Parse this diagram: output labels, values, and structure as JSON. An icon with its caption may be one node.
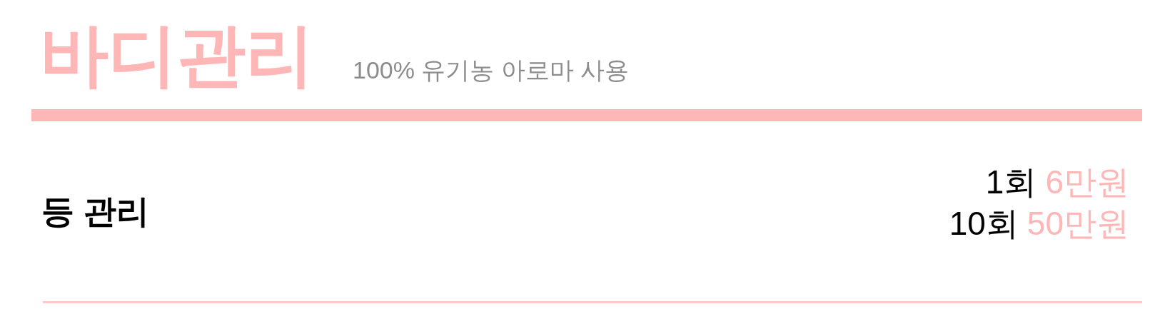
{
  "diagram": {
    "title": "바디관리",
    "labels": [
      "100% 유기농 아로마 사용",
      "등 관리",
      "1회",
      "6만원",
      "10회",
      "50만원"
    ]
  }
}
